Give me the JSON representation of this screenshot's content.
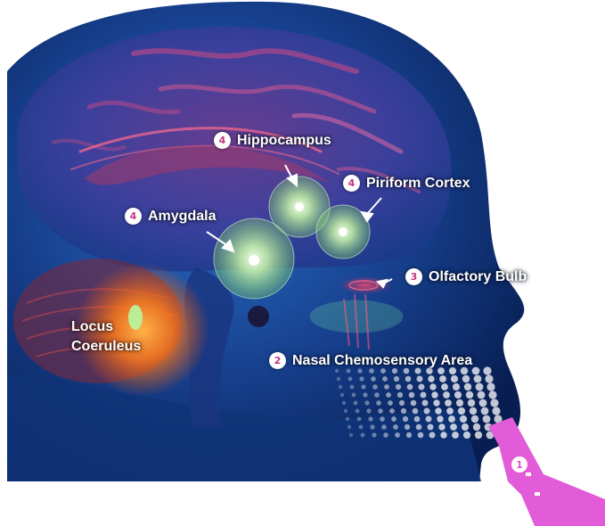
{
  "colors": {
    "background": "#ffffff",
    "head_blue": "#1a4fa8",
    "brain_pink": "#c44a86",
    "glow_green": "#b9f29a",
    "locus_orange": "#ff8a1e",
    "odor_magenta": "#e25bd8",
    "badge_text": "#c0367e"
  },
  "labels": {
    "hippocampus": {
      "num": "4",
      "text": "Hippocampus"
    },
    "piriform": {
      "num": "4",
      "text": "Piriform Cortex"
    },
    "amygdala": {
      "num": "4",
      "text": "Amygdala"
    },
    "olfactory": {
      "num": "3",
      "text": "Olfactory Bulb"
    },
    "nasal": {
      "num": "2",
      "text": "Nasal Chemosensory Area"
    },
    "locus_line1": "Locus",
    "locus_line2": "Coeruleus",
    "odor_source_num": "1"
  }
}
